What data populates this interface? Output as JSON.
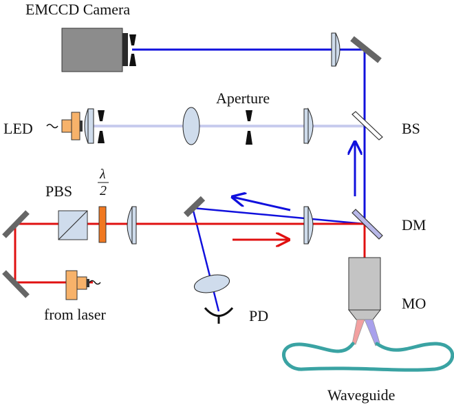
{
  "labels": {
    "emccd_camera": "EMCCD Camera",
    "aperture": "Aperture",
    "led": "LED",
    "bs": "BS",
    "pbs": "PBS",
    "half_wave_num": "λ",
    "half_wave_den": "2",
    "dm": "DM",
    "from_laser": "from laser",
    "mo": "MO",
    "pd": "PD",
    "waveguide": "Waveguide"
  },
  "colors": {
    "blue_beam": "#1010dd",
    "red_beam": "#e01010",
    "led_beam": "#c8ccee",
    "lens_fill": "#cfdcec",
    "mirror": "#666666",
    "waveplate": "#f07820",
    "source_fill": "#f7b26a",
    "waveguide": "#3aa3a3",
    "camera": "#8c8c8c",
    "objective": "#c4c4c4"
  }
}
